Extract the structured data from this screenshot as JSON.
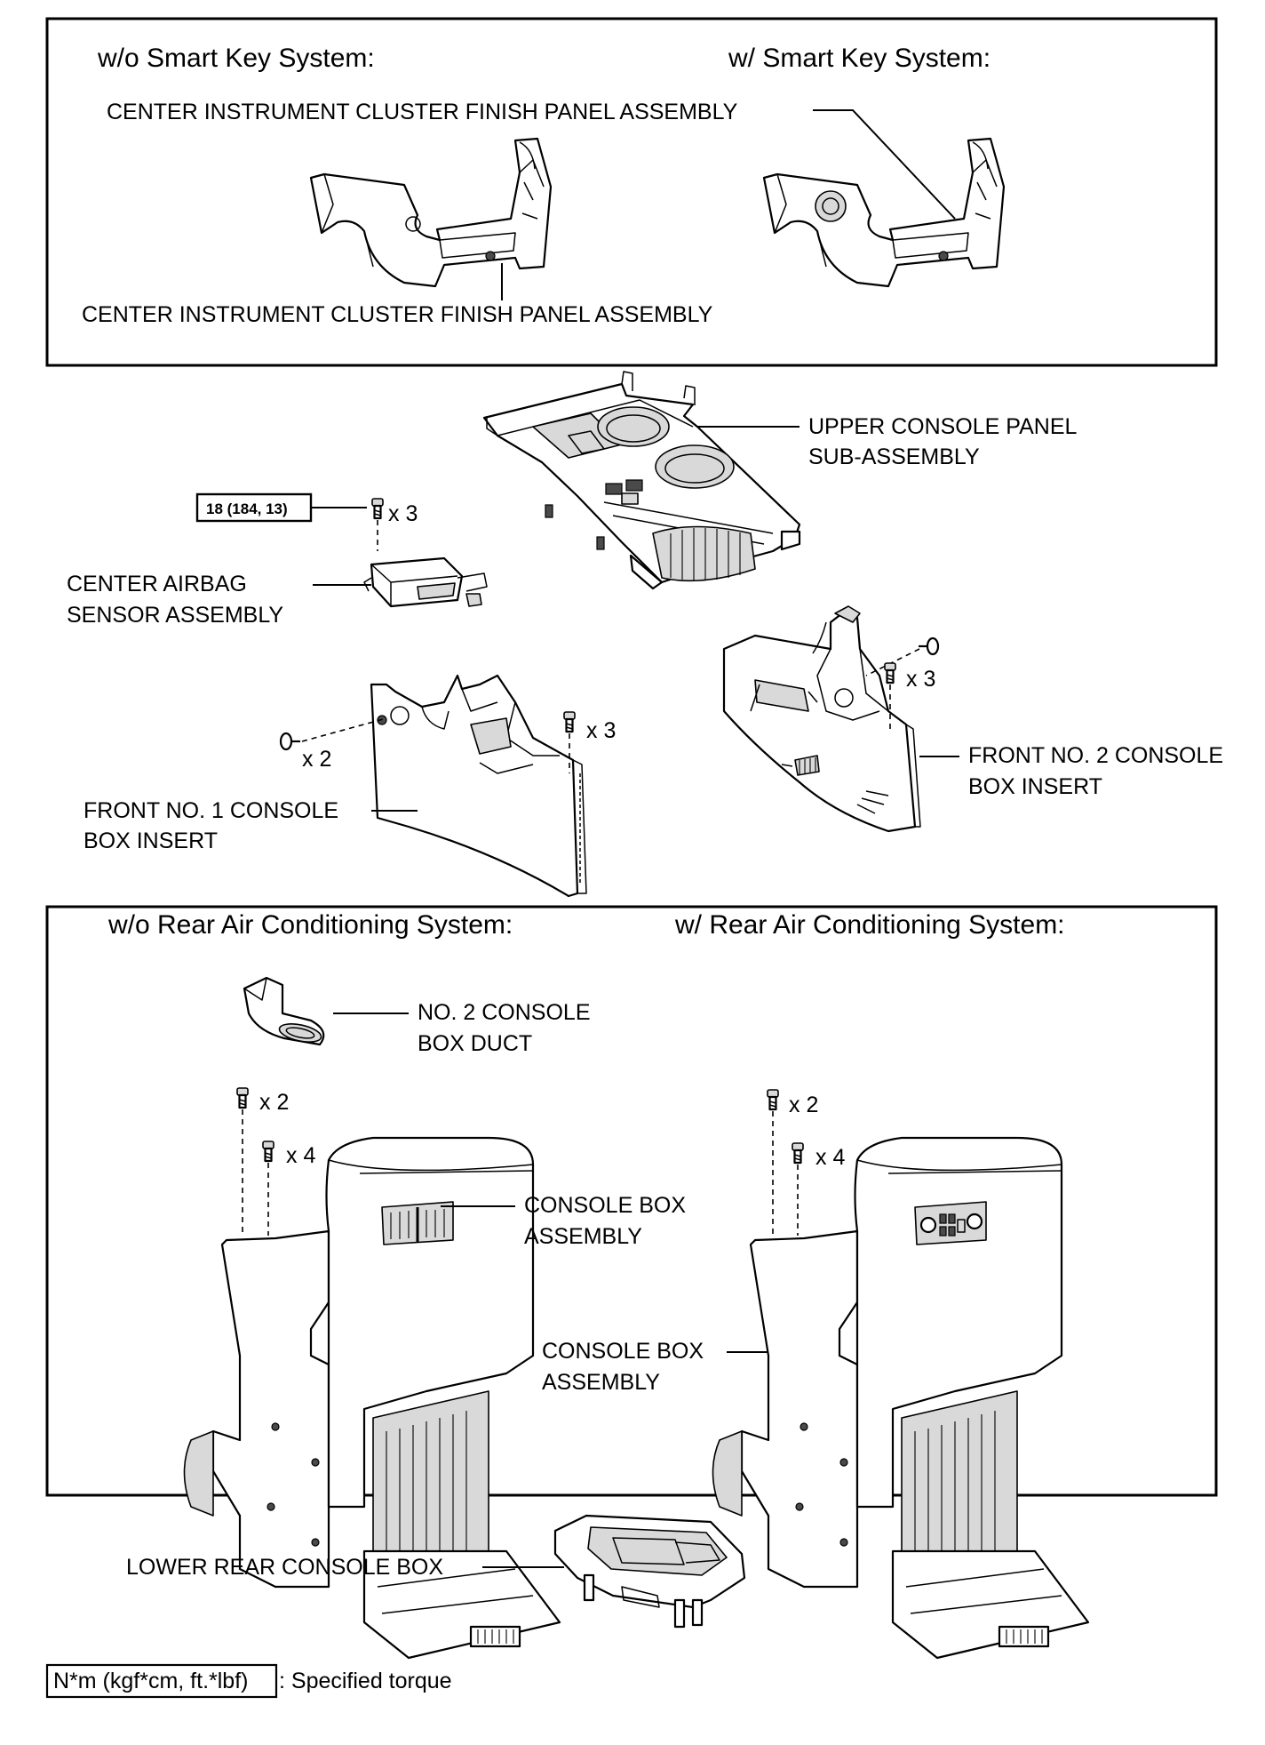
{
  "top_box": {
    "header_left": "w/o Smart Key System:",
    "header_right": "w/ Smart Key System:",
    "label_right_panel": "CENTER INSTRUMENT CLUSTER FINISH PANEL ASSEMBLY",
    "label_left_panel": "CENTER INSTRUMENT CLUSTER FINISH PANEL ASSEMBLY"
  },
  "middle": {
    "upper_console_line1": "UPPER CONSOLE PANEL",
    "upper_console_line2": "SUB-ASSEMBLY",
    "torque_value": "18 (184, 13)",
    "airbag_qty": "x 3",
    "airbag_line1": "CENTER AIRBAG",
    "airbag_line2": "SENSOR ASSEMBLY",
    "insert1_qty_left": "x 2",
    "insert1_qty_right": "x 3",
    "insert1_line1": "FRONT NO. 1 CONSOLE",
    "insert1_line2": "BOX INSERT",
    "insert2_qty": "x 3",
    "insert2_line1": "FRONT NO. 2 CONSOLE",
    "insert2_line2": "BOX INSERT"
  },
  "bottom_box": {
    "header_left": "w/o Rear Air Conditioning System:",
    "header_right": "w/ Rear Air Conditioning System:",
    "duct_line1": "NO. 2 CONSOLE",
    "duct_line2": "BOX DUCT",
    "left_qty_a": "x 2",
    "left_qty_b": "x 4",
    "right_qty_a": "x 2",
    "right_qty_b": "x 4",
    "console_left_line1": "CONSOLE BOX",
    "console_left_line2": "ASSEMBLY",
    "console_right_line1": "CONSOLE BOX",
    "console_right_line2": "ASSEMBLY"
  },
  "lower_rear": {
    "label": "LOWER REAR CONSOLE BOX"
  },
  "legend": {
    "unit_box": "N*m (kgf*cm, ft.*lbf)",
    "description": ": Specified torque"
  }
}
